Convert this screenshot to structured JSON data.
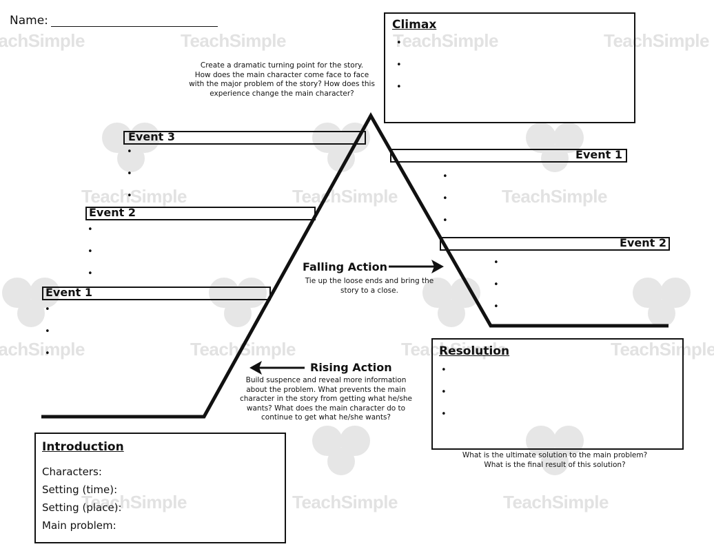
{
  "watermark": {
    "brand": "TeachSimple"
  },
  "name_field": {
    "label": "Name:"
  },
  "climax": {
    "title": "Climax",
    "bullets": [
      "•",
      "•",
      "•"
    ],
    "prompt": [
      "Create a dramatic turning point for the story.",
      "How does the main character come face to face",
      "with the major problem of the story? How does this",
      "experience change the main character?"
    ]
  },
  "rising_events": [
    {
      "label": "Event 3",
      "bullets": [
        "•",
        "•",
        "•"
      ]
    },
    {
      "label": "Event 2",
      "bullets": [
        "•",
        "•",
        "•"
      ]
    },
    {
      "label": "Event 1",
      "bullets": [
        "•",
        "•",
        "•"
      ]
    }
  ],
  "falling_events": [
    {
      "label": "Event 1",
      "bullets": [
        "•",
        "•",
        "•"
      ]
    },
    {
      "label": "Event 2",
      "bullets": [
        "•",
        "•",
        "•"
      ]
    }
  ],
  "falling_action": {
    "label": "Falling Action",
    "prompt": [
      "Tie up the loose ends and bring the",
      "story to a close."
    ]
  },
  "rising_action": {
    "label": "Rising Action",
    "prompt": [
      "Build suspence and reveal more information",
      "about the problem. What prevents the main",
      "character in the story from getting what he/she",
      "wants? What does the main character do to",
      "continue to get what he/she wants?"
    ]
  },
  "resolution": {
    "title": "Resolution",
    "bullets": [
      "•",
      "•",
      "•"
    ],
    "prompt": [
      "What is the ultimate solution to the main problem?",
      "What is the final result of this solution?"
    ]
  },
  "introduction": {
    "title": "Introduction",
    "fields": [
      "Characters:",
      "Setting (time):",
      "Setting (place):",
      "Main problem:"
    ]
  }
}
